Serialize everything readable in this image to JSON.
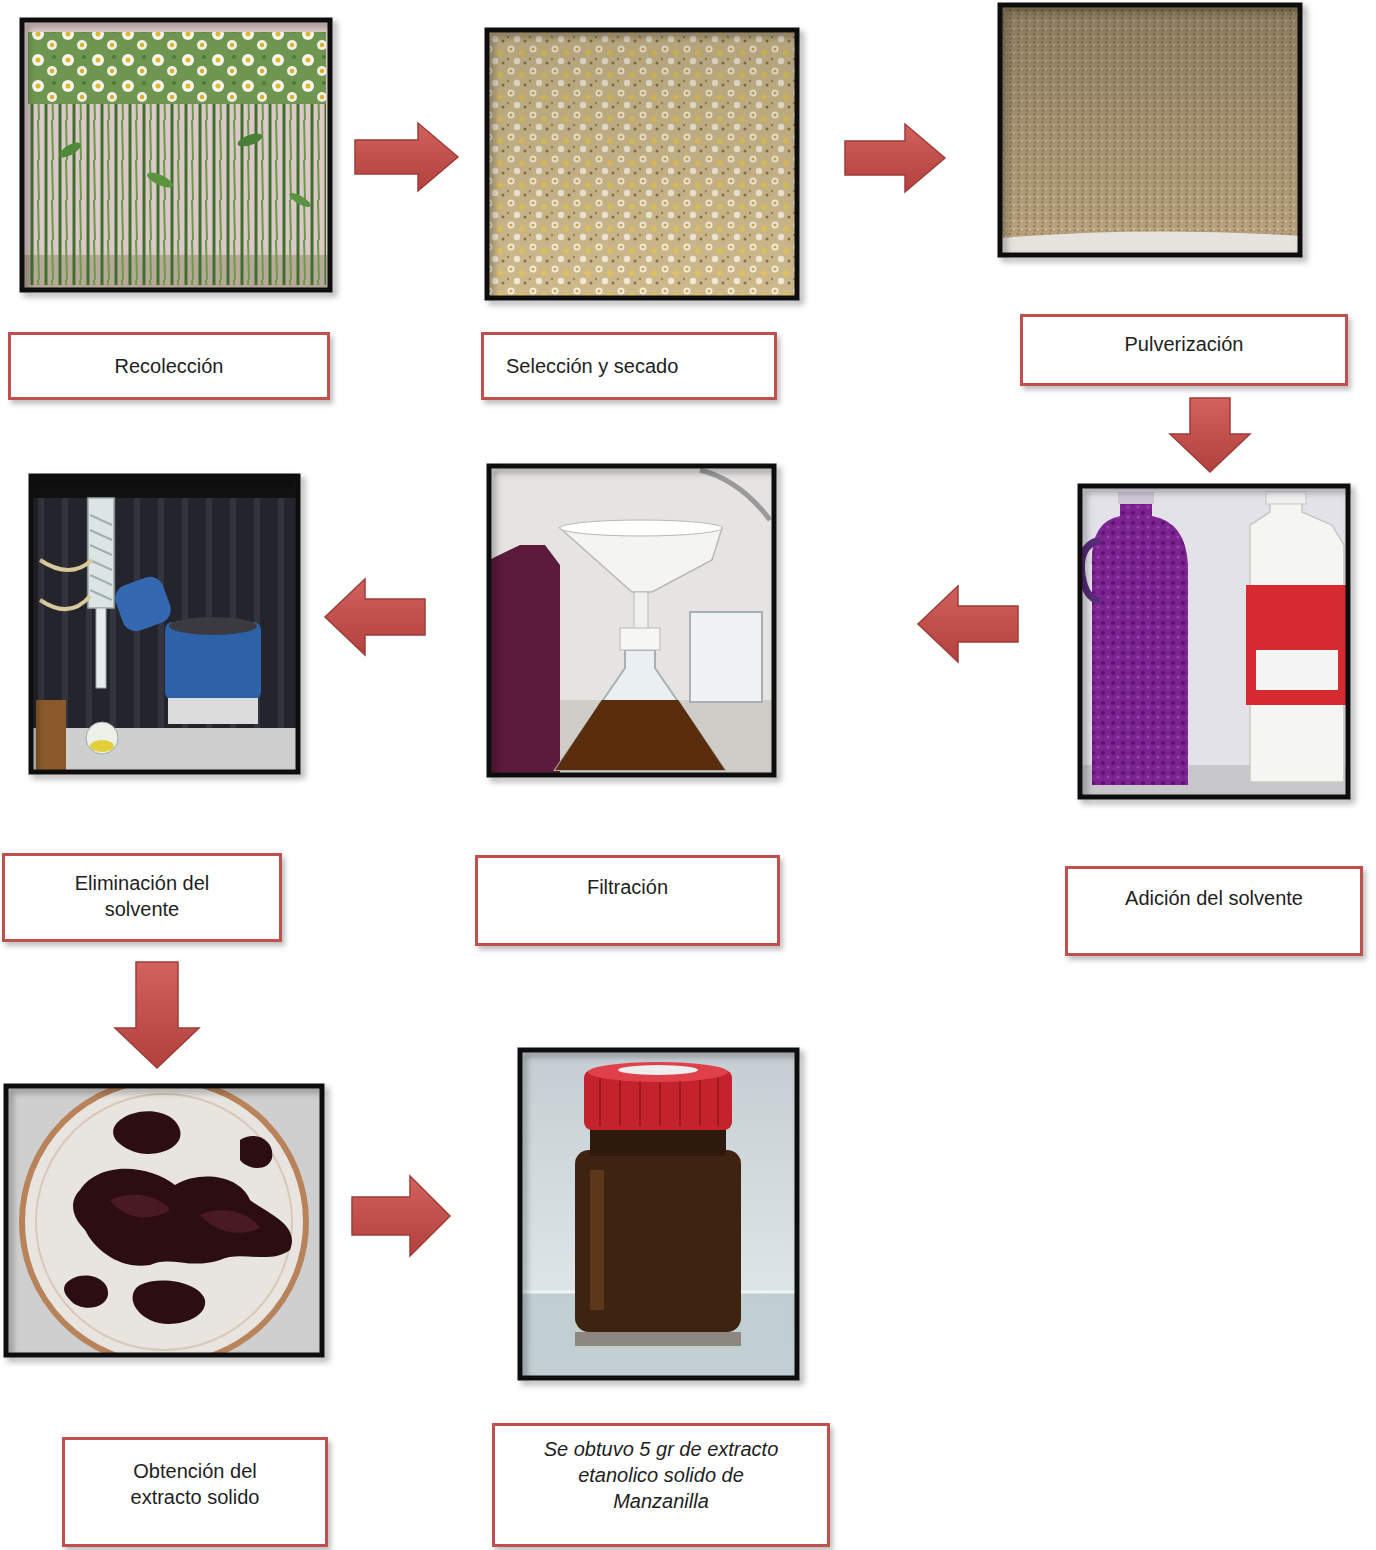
{
  "diagram": {
    "nodes": [
      {
        "text": [
          "Recolección"
        ]
      },
      {
        "text": [
          "Selección y secado"
        ]
      },
      {
        "text": [
          "Pulverización"
        ]
      },
      {
        "text": [
          "Adición del solvente"
        ]
      },
      {
        "text": [
          "Filtración"
        ]
      },
      {
        "text": [
          "Eliminación del solvente"
        ]
      },
      {
        "text": [
          "Obtención del extracto solido"
        ]
      },
      {
        "text": [
          "Se obtuvo 5 gr de extracto etanolico solido de Manzanilla"
        ]
      }
    ],
    "edges": [
      {
        "from": 0,
        "to": 1,
        "arrow": "to"
      },
      {
        "from": 1,
        "to": 2,
        "arrow": "to"
      },
      {
        "from": 2,
        "to": 3,
        "arrow": "to"
      },
      {
        "from": 3,
        "to": 4,
        "arrow": "to"
      },
      {
        "from": 4,
        "to": 5,
        "arrow": "to"
      },
      {
        "from": 5,
        "to": 6,
        "arrow": "to"
      },
      {
        "from": 6,
        "to": 7,
        "arrow": "to"
      }
    ]
  }
}
